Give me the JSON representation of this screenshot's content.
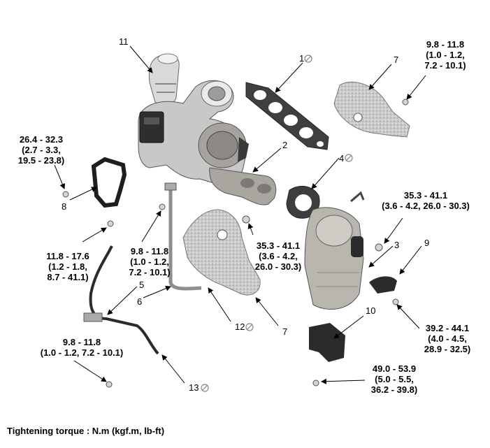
{
  "footer": "Tightening torque : N.m (kgf.m, lb-ft)",
  "parts": {
    "p1": "1",
    "p2": "2",
    "p3": "3",
    "p4": "4",
    "p5": "5",
    "p6": "6",
    "p7a": "7",
    "p7b": "7",
    "p8": "8",
    "p9": "9",
    "p10": "10",
    "p11": "11",
    "p12": "12",
    "p13": "13"
  },
  "torques": {
    "t1": "9.8 - 11.8\n(1.0 - 1.2,\n7.2 - 10.1)",
    "t2": "26.4 - 32.3\n(2.7 - 3.3,\n19.5 - 23.8)",
    "t3": "35.3 - 41.1\n(3.6 - 4.2, 26.0 - 30.3)",
    "t4": "11.8 - 17.6\n(1.2 - 1.8,\n8.7 - 41.1)",
    "t5": "9.8 - 11.8\n(1.0 - 1.2,\n7.2 - 10.1)",
    "t6": "35.3 - 41.1\n(3.6 - 4.2,\n26.0 - 30.3)",
    "t7": "39.2 - 44.1\n(4.0 - 4.5,\n28.9 - 32.5)",
    "t8": "9.8 - 11.8\n(1.0 - 1.2, 7.2 - 10.1)",
    "t9": "49.0 - 53.9\n(5.0 - 5.5,\n36.2 - 39.8)"
  }
}
